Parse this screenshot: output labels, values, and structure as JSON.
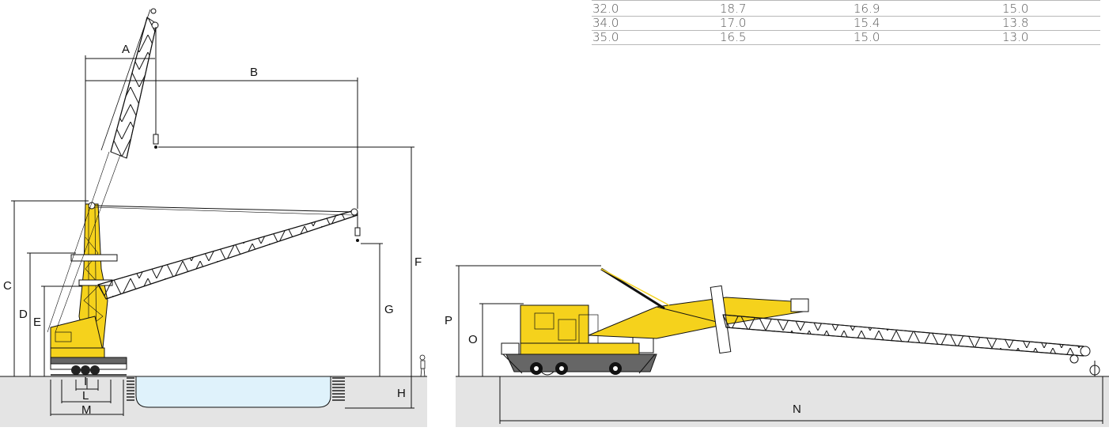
{
  "capacity_table": {
    "rows": [
      [
        "32.0",
        "18.7",
        "16.9",
        "15.0"
      ],
      [
        "34.0",
        "17.0",
        "15.4",
        "13.8"
      ],
      [
        "35.0",
        "16.5",
        "15.0",
        "13.0"
      ]
    ]
  },
  "dimension_labels": {
    "A": "A",
    "B": "B",
    "C": "C",
    "D": "D",
    "E": "E",
    "F": "F",
    "G": "G",
    "H": "H",
    "I": "I",
    "L": "L",
    "M": "M",
    "N": "N",
    "O": "O",
    "P": "P"
  },
  "colors": {
    "crane_yellow": "#f5d21c",
    "ground": "#e4e4e4",
    "water": "#dff2fb",
    "line": "#111111",
    "lettering": "#e8721c"
  }
}
